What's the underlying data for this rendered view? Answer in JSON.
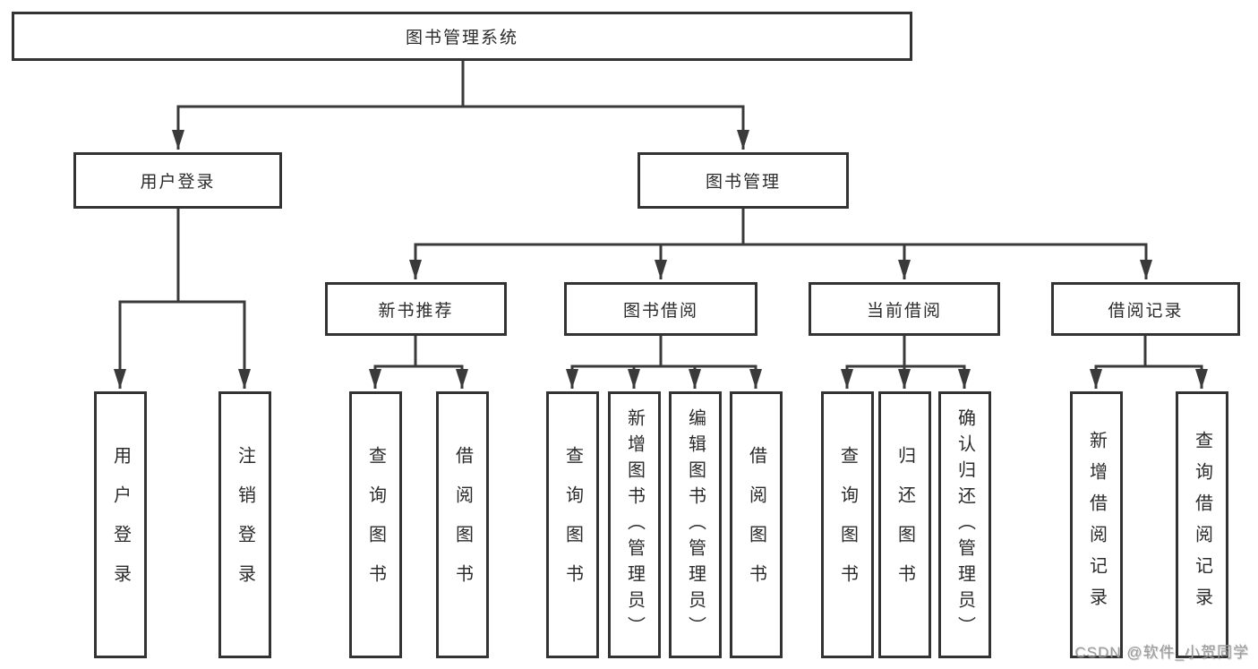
{
  "diagram": {
    "type": "hierarchy-tree",
    "tree": {
      "root": {
        "label": "图书管理系统"
      },
      "branches": [
        {
          "label": "用户登录",
          "children": [
            {
              "label": "用户登录"
            },
            {
              "label": "注销登录"
            }
          ]
        },
        {
          "label": "图书管理",
          "children": [
            {
              "label": "新书推荐",
              "children": [
                {
                  "label": "查询图书"
                },
                {
                  "label": "借阅图书"
                }
              ]
            },
            {
              "label": "图书借阅",
              "children": [
                {
                  "label": "查询图书"
                },
                {
                  "label": "新增图书（管理员）"
                },
                {
                  "label": "编辑图书（管理员）"
                },
                {
                  "label": "借阅图书"
                }
              ]
            },
            {
              "label": "当前借阅",
              "children": [
                {
                  "label": "查询图书"
                },
                {
                  "label": "归还图书"
                },
                {
                  "label": "确认归还（管理员）"
                }
              ]
            },
            {
              "label": "借阅记录",
              "children": [
                {
                  "label": "新增借阅记录"
                },
                {
                  "label": "查询借阅记录"
                }
              ]
            }
          ]
        }
      ]
    }
  },
  "watermark": {
    "text": "CSDN @软件_小贺同学"
  },
  "colors": {
    "line": "#3a3a3a",
    "box_border": "#333333",
    "box_fill": "#ffffff",
    "text": "#2b2b2b",
    "background": "#ffffff",
    "watermark": "#9b9b9b"
  }
}
